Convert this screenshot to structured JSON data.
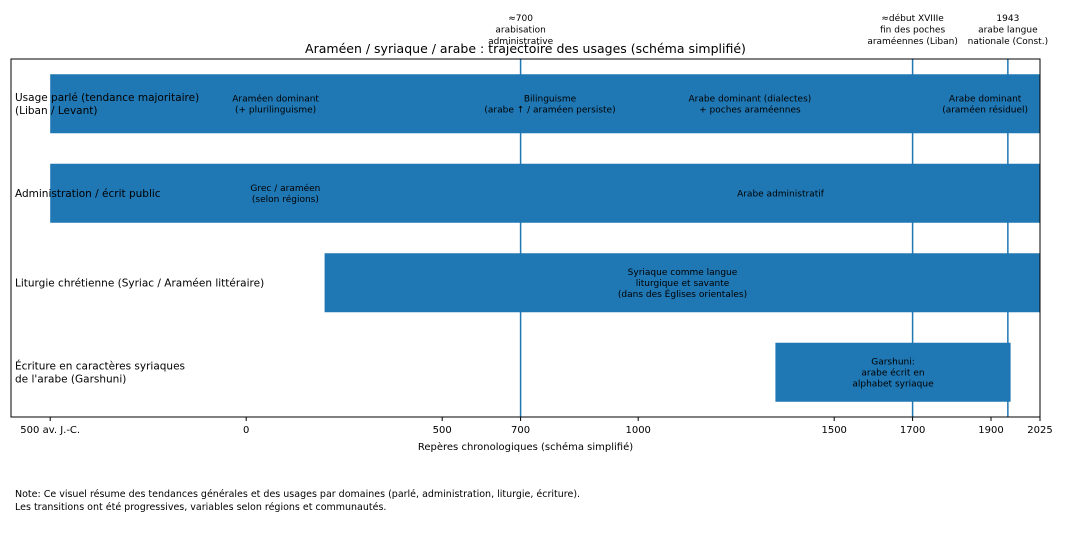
{
  "chart_data": {
    "type": "timeline",
    "title": "Araméen / syriaque / arabe : trajectoire des usages (schéma simplifié)",
    "xlabel": "Repères chronologiques (schéma simplifié)",
    "xlim": [
      -600,
      2025
    ],
    "xticks": [
      {
        "value": -500,
        "label": "500 av. J.-C."
      },
      {
        "value": 0,
        "label": "0"
      },
      {
        "value": 500,
        "label": "500"
      },
      {
        "value": 700,
        "label": "700"
      },
      {
        "value": 1000,
        "label": "1000"
      },
      {
        "value": 1500,
        "label": "1500"
      },
      {
        "value": 1700,
        "label": "1700"
      },
      {
        "value": 1900,
        "label": "1900"
      },
      {
        "value": 2025,
        "label": "2025"
      }
    ],
    "color": "#1f77b4",
    "rows": [
      {
        "label": "Usage parlé (tendance majoritaire)\n(Liban / Levant)",
        "bars": [
          {
            "start": -500,
            "end": 2025
          }
        ],
        "labels": [
          {
            "x": 75,
            "text": "Araméen dominant\n(+ plurilinguisme)"
          },
          {
            "x": 775,
            "text": "Bilinguisme\n(arabe ↑ / araméen persiste)"
          },
          {
            "x": 1285,
            "text": "Arabe dominant (dialectes)\n+ poches araméennes"
          },
          {
            "x": 1885,
            "text": "Arabe dominant\n(araméen résiduel)"
          }
        ]
      },
      {
        "label": "Administration / écrit public",
        "bars": [
          {
            "start": -500,
            "end": 2025
          }
        ],
        "labels": [
          {
            "x": 100,
            "text": "Grec / araméen\n(selon régions)"
          },
          {
            "x": 1363,
            "text": "Arabe administratif"
          }
        ]
      },
      {
        "label": "Liturgie chrétienne (Syriac / Araméen littéraire)",
        "bars": [
          {
            "start": 200,
            "end": 2025
          }
        ],
        "labels": [
          {
            "x": 1113,
            "text": "Syriaque comme langue\nliturgique et savante\n(dans des Églises orientales)"
          }
        ]
      },
      {
        "label": "Écriture en caractères syriaques\nde l'arabe (Garshuni)",
        "bars": [
          {
            "start": 1350,
            "end": 1950
          }
        ],
        "labels": [
          {
            "x": 1650,
            "text": "Garshuni:\narabe écrit en\nalphabet syriaque"
          }
        ]
      }
    ],
    "markers": [
      {
        "x": 700,
        "text": "≈700\narabisation\nadministrative"
      },
      {
        "x": 1700,
        "text": "≈début XVIIIe\nfin des poches\naraméennes (Liban)"
      },
      {
        "x": 1943,
        "text": "1943\narabe langue\nnationale (Const.)"
      }
    ]
  },
  "note": "Note: Ce visuel résume des tendances générales et des usages par domaines (parlé, administration, liturgie, écriture).\nLes transitions ont été progressives, variables selon régions et communautés."
}
